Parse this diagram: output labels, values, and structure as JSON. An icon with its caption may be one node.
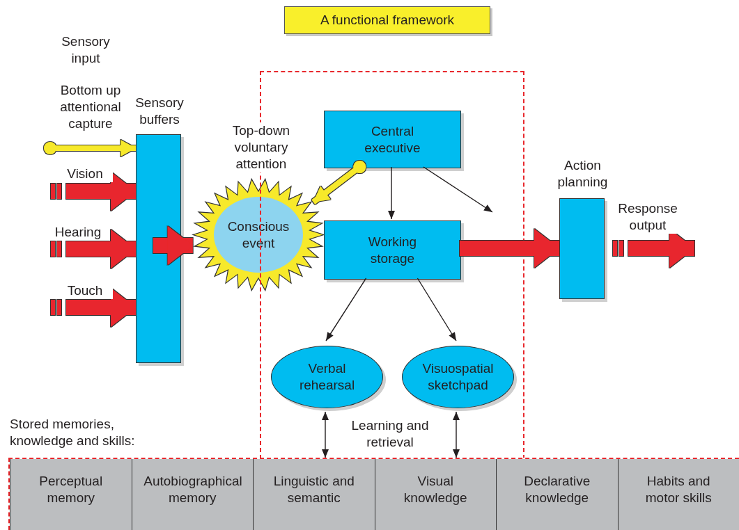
{
  "diagram": {
    "title": "A functional framework",
    "nodes": [
      {
        "text": [
          "Sensory buffers"
        ]
      },
      {
        "text": [
          "Conscious event"
        ]
      },
      {
        "text": [],
        "shape": "box"
      },
      {
        "text": [
          "Central executive"
        ],
        "in": 2
      },
      {
        "text": [
          "Working storage"
        ],
        "in": 2
      },
      {
        "text": [
          "Verbal rehearsal"
        ],
        "in": 2
      },
      {
        "text": [
          "Visuospatial sketchpad"
        ],
        "in": 2
      },
      {
        "text": [
          "Action planning"
        ]
      },
      {
        "text": [
          "Stored memories, knowledge and skills:"
        ]
      },
      {
        "text": [
          "Perceptual memory"
        ],
        "in": 8
      },
      {
        "text": [
          "Autobiographical memory"
        ],
        "in": 8
      },
      {
        "text": [
          "Linguistic and semantic"
        ],
        "in": 8
      },
      {
        "text": [
          "Visual knowledge"
        ],
        "in": 8
      },
      {
        "text": [
          "Declarative knowledge"
        ],
        "in": 8
      },
      {
        "text": [
          "Habits and motor skills"
        ],
        "in": 8
      }
    ],
    "edges": [
      {
        "from": null,
        "to": 0,
        "arrow": "to",
        "label": "Bottom up attentional capture",
        "color": "#f7e92b"
      },
      {
        "from": null,
        "to": 0,
        "arrow": "to",
        "label": "Vision",
        "style": "thick",
        "color": "#e8282d"
      },
      {
        "from": null,
        "to": 0,
        "arrow": "to",
        "label": "Hearing",
        "style": "thick",
        "color": "#e8282d"
      },
      {
        "from": null,
        "to": 0,
        "arrow": "to",
        "label": "Touch",
        "style": "thick",
        "color": "#e8282d"
      },
      {
        "from": 0,
        "to": 1,
        "arrow": "to",
        "style": "thick",
        "color": "#e8282d"
      },
      {
        "from": 3,
        "to": 1,
        "arrow": "to",
        "label": "Top-down voluntary attention",
        "color": "#f7e92b"
      },
      {
        "from": 3,
        "to": 4,
        "arrow": "to",
        "color": "#231f20"
      },
      {
        "from": 3,
        "to": null,
        "arrow": "to",
        "color": "#231f20"
      },
      {
        "from": 4,
        "to": 7,
        "arrow": "to",
        "style": "thick",
        "color": "#e8282d"
      },
      {
        "from": 7,
        "to": null,
        "arrow": "to",
        "label": "Response output",
        "style": "thick",
        "color": "#e8282d"
      },
      {
        "from": 4,
        "to": 5,
        "arrow": "to",
        "color": "#231f20"
      },
      {
        "from": 4,
        "to": 6,
        "arrow": "to",
        "color": "#231f20"
      },
      {
        "from": 5,
        "to": 8,
        "arrow": "both",
        "color": "#231f20"
      },
      {
        "from": 6,
        "to": 8,
        "arrow": "both",
        "color": "#231f20"
      }
    ],
    "labels": [
      "Sensory input",
      "Learning and retrieval"
    ]
  }
}
